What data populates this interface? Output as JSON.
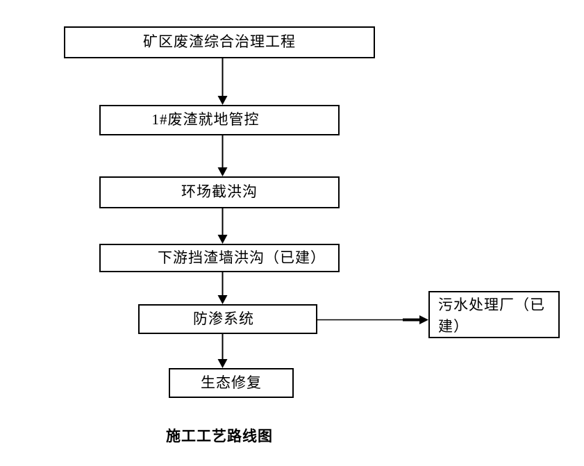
{
  "flowchart": {
    "caption": "施工工艺路线图",
    "nodes": [
      {
        "id": "mine-waste-project",
        "label": "矿区废渣综合治理工程"
      },
      {
        "id": "waste-onsite-control",
        "label": "1#废渣就地管控"
      },
      {
        "id": "ring-flood-ditch",
        "label": "环场截洪沟"
      },
      {
        "id": "downstream-slag-wall",
        "label": "下游挡渣墙洪沟（已建）"
      },
      {
        "id": "anti-seepage-system",
        "label": "防渗系统"
      },
      {
        "id": "eco-restoration",
        "label": "生态修复"
      },
      {
        "id": "sewage-plant",
        "label": "污水处理厂（已建）"
      }
    ],
    "edges": [
      {
        "from": "mine-waste-project",
        "to": "waste-onsite-control",
        "direction": "down"
      },
      {
        "from": "waste-onsite-control",
        "to": "ring-flood-ditch",
        "direction": "down"
      },
      {
        "from": "ring-flood-ditch",
        "to": "downstream-slag-wall",
        "direction": "down"
      },
      {
        "from": "downstream-slag-wall",
        "to": "anti-seepage-system",
        "direction": "down"
      },
      {
        "from": "anti-seepage-system",
        "to": "eco-restoration",
        "direction": "down"
      },
      {
        "from": "anti-seepage-system",
        "to": "sewage-plant",
        "direction": "right"
      }
    ],
    "colors": {
      "background": "#ffffff",
      "border": "#000000",
      "text": "#000000",
      "arrow": "#000000"
    }
  }
}
